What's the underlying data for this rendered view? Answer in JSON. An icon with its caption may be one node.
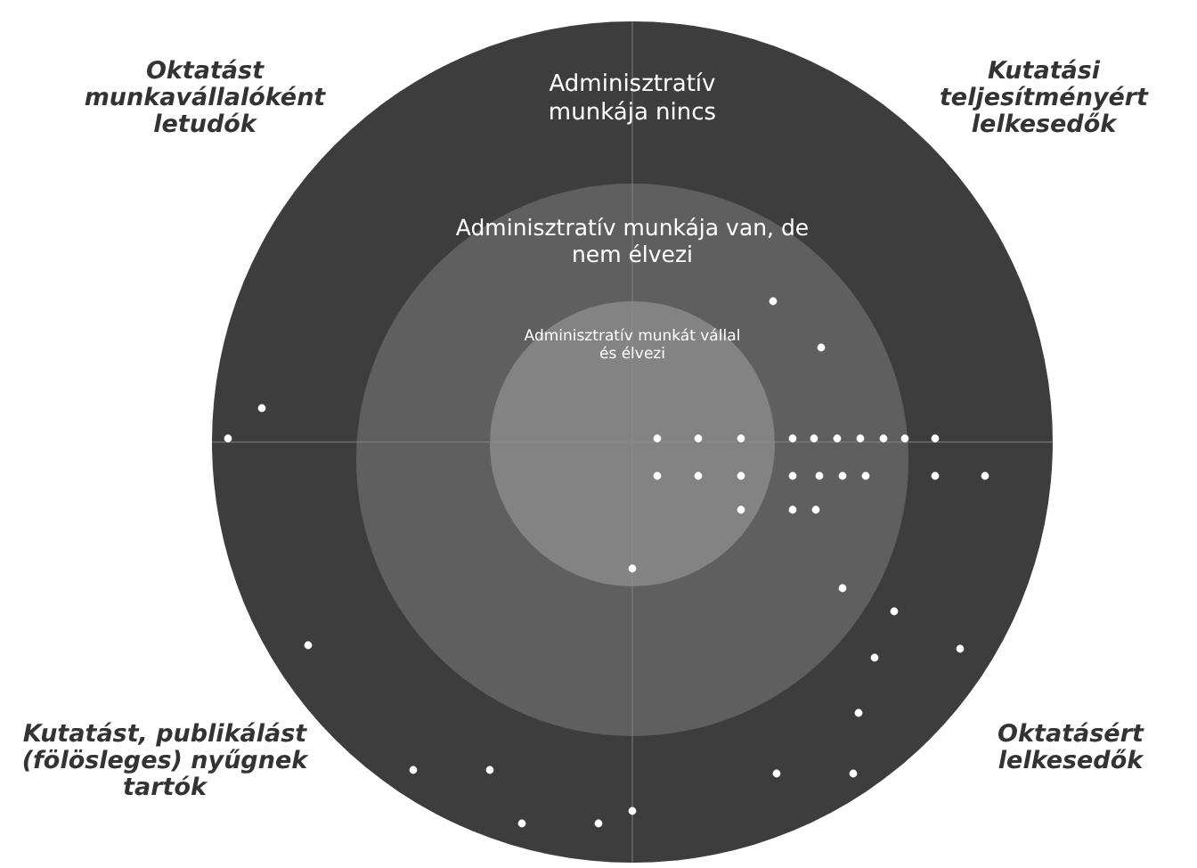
{
  "diagram": {
    "nodes": [
      {
        "text": [
          "Adminisztratív munkája nincs"
        ]
      },
      {
        "text": [
          "Adminisztratív munkája van, de nem élvezi"
        ],
        "in": 0
      },
      {
        "text": [
          "Adminisztratív munkát vállal és élvezi"
        ],
        "in": 1
      }
    ],
    "labels": [
      "Oktatást munkavállalóként letudók",
      "Kutatási teljesítményért lelkesedők",
      "Kutatást, publikálást (fölösleges) nyűgnek tartók",
      "Oktatásért lelkesedők"
    ]
  }
}
